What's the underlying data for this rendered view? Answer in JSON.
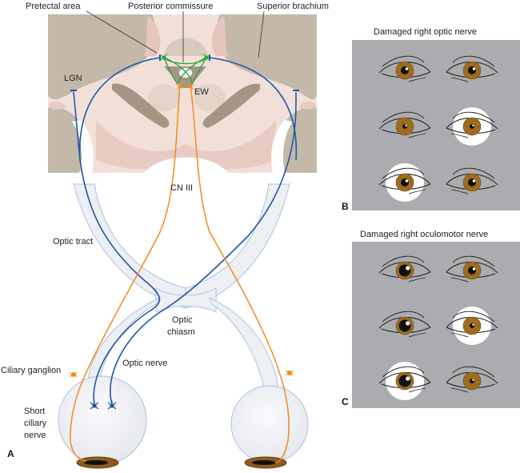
{
  "figure": {
    "panel_a": {
      "letter": "A",
      "labels": {
        "pretectal_area": "Pretectal area",
        "posterior_commissure": "Posterior commissure",
        "superior_brachium": "Superior brachium",
        "lgn": "LGN",
        "ew": "EW",
        "cn3": "CN III",
        "optic_tract": "Optic tract",
        "optic_chiasm_1": "Optic",
        "optic_chiasm_2": "chiasm",
        "optic_nerve": "Optic nerve",
        "ciliary_ganglion": "Ciliary ganglion",
        "short_ciliary_1": "Short",
        "short_ciliary_2": "ciliary",
        "short_ciliary_3": "nerve"
      }
    },
    "panel_b": {
      "letter": "B",
      "title": "Damaged right optic nerve",
      "rows": [
        {
          "lit": "none",
          "left_pupil": "medium",
          "right_pupil": "medium"
        },
        {
          "lit": "right-of-image",
          "left_pupil": "small",
          "right_pupil": "small"
        },
        {
          "lit": "left-of-image",
          "left_pupil": "medium",
          "right_pupil": "medium"
        }
      ]
    },
    "panel_c": {
      "letter": "C",
      "title": "Damaged right oculomotor nerve",
      "rows": [
        {
          "lit": "none",
          "left_pupil": "large",
          "right_pupil": "medium"
        },
        {
          "lit": "right-of-image",
          "left_pupil": "large",
          "right_pupil": "small"
        },
        {
          "lit": "left-of-image",
          "left_pupil": "large",
          "right_pupil": "small"
        }
      ]
    }
  },
  "colors": {
    "retinal_pathway": "#1f56a6",
    "parasympathetic": "#f28a1e",
    "pretectal": "#2aa544",
    "tissue_light": "#f2dfd6",
    "tissue_mid": "#e3c3b9",
    "tissue_dark": "#bfb2a0",
    "gray_matter": "#a59683",
    "nerve_fill": "#eeeff3",
    "nerve_edge": "#a9c2e6",
    "panel_bg": "#abacb0",
    "iris": "#9b6a1f"
  }
}
